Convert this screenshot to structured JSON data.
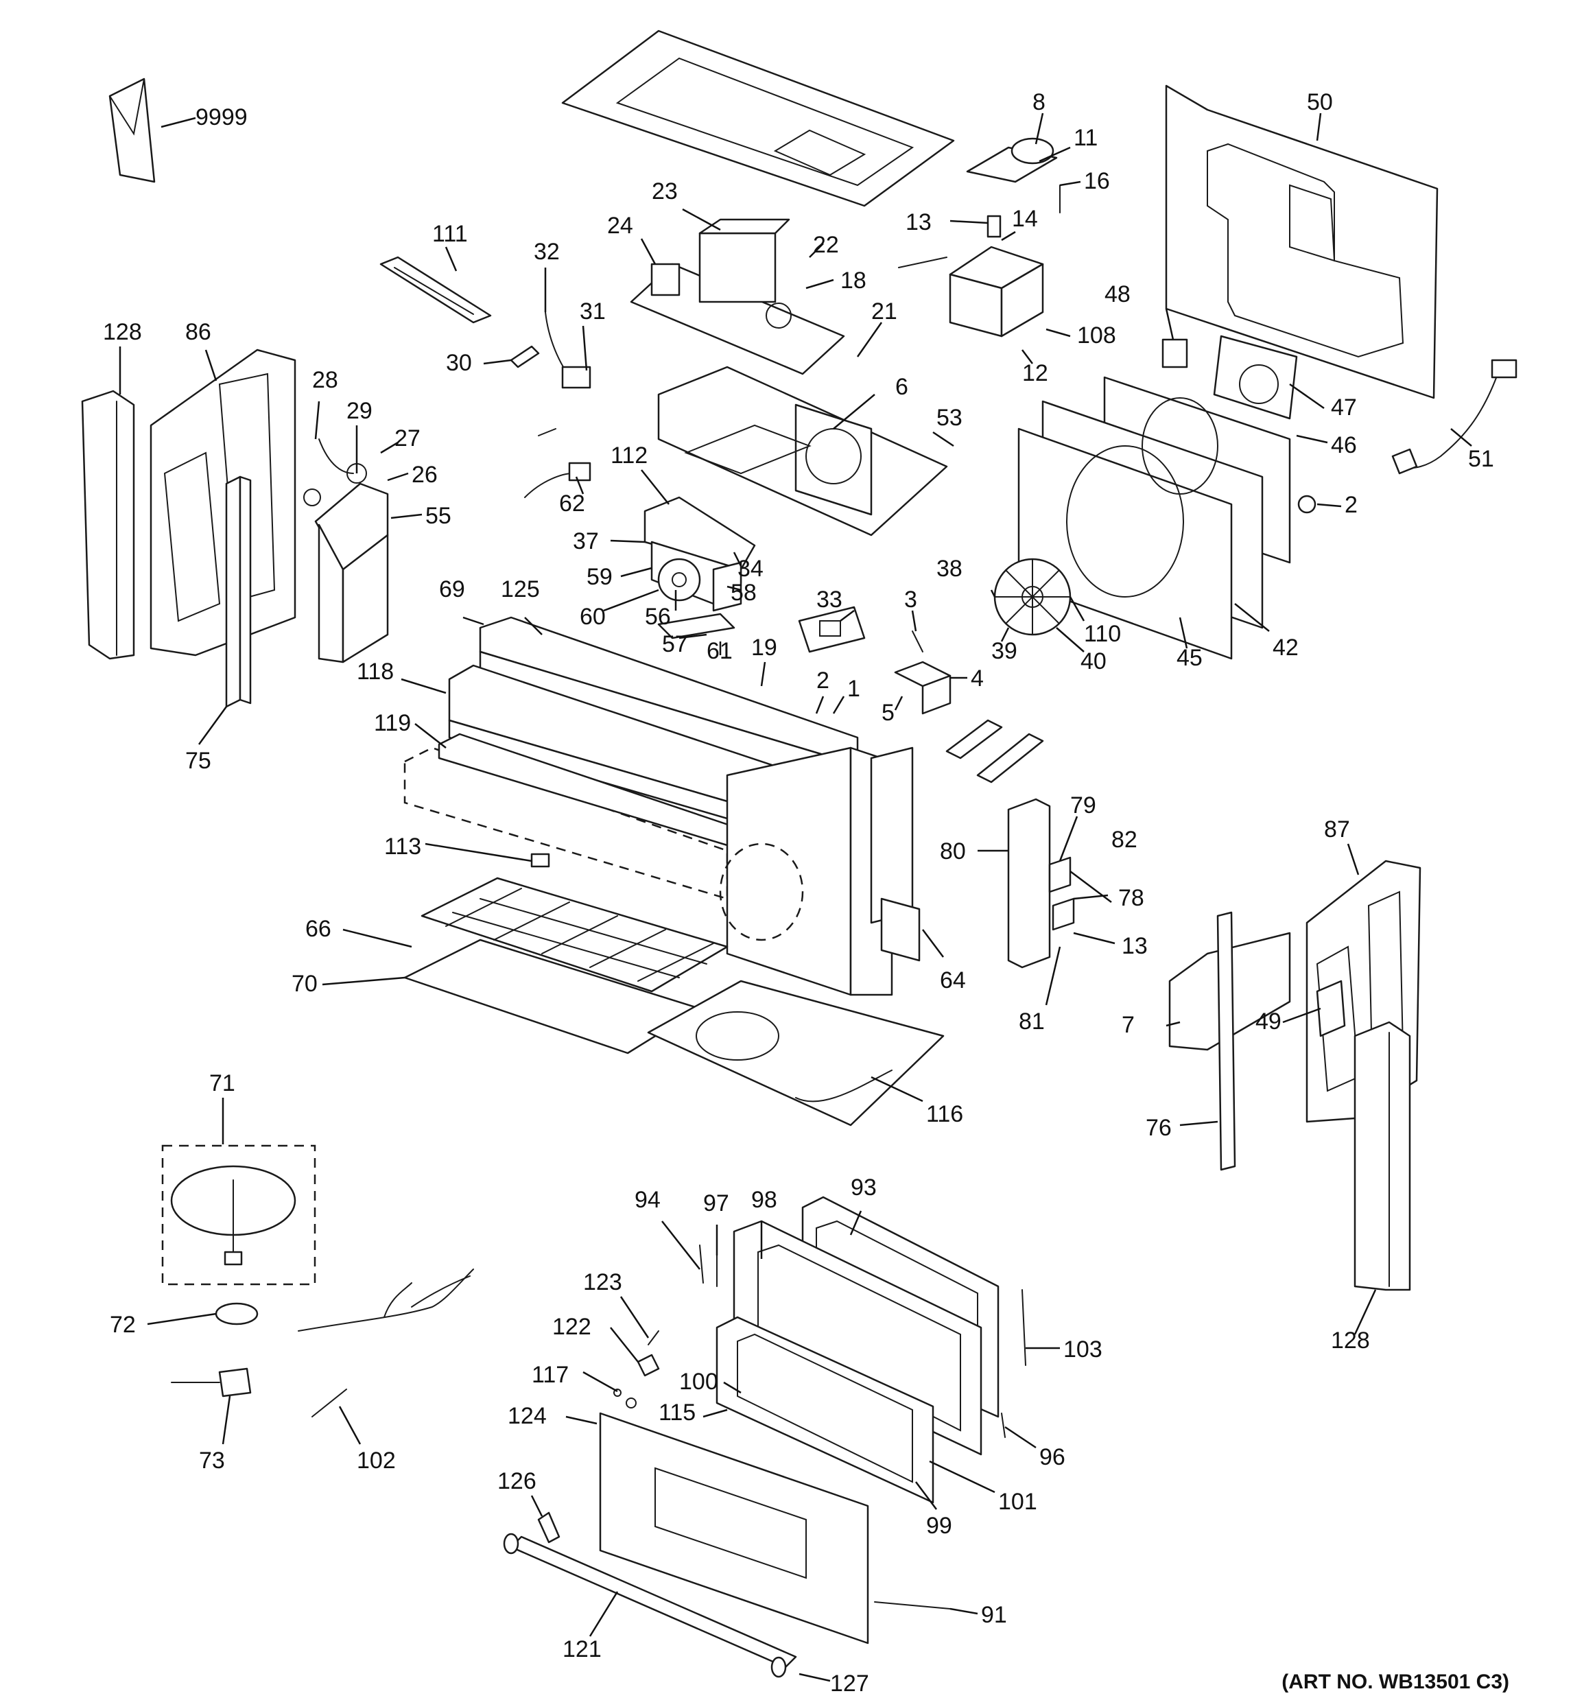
{
  "diagram": {
    "type": "exploded-parts-diagram",
    "art_number": "(ART NO. WB13501 C3)",
    "callouts": [
      {
        "label": "9999"
      },
      {
        "label": "8"
      },
      {
        "label": "11"
      },
      {
        "label": "16"
      },
      {
        "label": "50"
      },
      {
        "label": "23"
      },
      {
        "label": "13"
      },
      {
        "label": "14"
      },
      {
        "label": "111"
      },
      {
        "label": "24"
      },
      {
        "label": "22"
      },
      {
        "label": "32"
      },
      {
        "label": "18"
      },
      {
        "label": "48"
      },
      {
        "label": "128"
      },
      {
        "label": "86"
      },
      {
        "label": "31"
      },
      {
        "label": "21"
      },
      {
        "label": "108"
      },
      {
        "label": "30"
      },
      {
        "label": "12"
      },
      {
        "label": "47"
      },
      {
        "label": "28"
      },
      {
        "label": "6"
      },
      {
        "label": "29"
      },
      {
        "label": "53"
      },
      {
        "label": "27"
      },
      {
        "label": "46"
      },
      {
        "label": "51"
      },
      {
        "label": "26"
      },
      {
        "label": "112"
      },
      {
        "label": "2"
      },
      {
        "label": "55"
      },
      {
        "label": "62"
      },
      {
        "label": "37"
      },
      {
        "label": "34"
      },
      {
        "label": "59"
      },
      {
        "label": "58"
      },
      {
        "label": "38"
      },
      {
        "label": "69"
      },
      {
        "label": "125"
      },
      {
        "label": "33"
      },
      {
        "label": "3"
      },
      {
        "label": "110"
      },
      {
        "label": "60"
      },
      {
        "label": "56"
      },
      {
        "label": "42"
      },
      {
        "label": "57"
      },
      {
        "label": "61"
      },
      {
        "label": "39"
      },
      {
        "label": "40"
      },
      {
        "label": "45"
      },
      {
        "label": "19"
      },
      {
        "label": "118"
      },
      {
        "label": "2"
      },
      {
        "label": "4"
      },
      {
        "label": "1"
      },
      {
        "label": "5"
      },
      {
        "label": "75"
      },
      {
        "label": "119"
      },
      {
        "label": "79"
      },
      {
        "label": "113"
      },
      {
        "label": "80"
      },
      {
        "label": "82"
      },
      {
        "label": "87"
      },
      {
        "label": "78"
      },
      {
        "label": "66"
      },
      {
        "label": "13"
      },
      {
        "label": "70"
      },
      {
        "label": "64"
      },
      {
        "label": "81"
      },
      {
        "label": "7"
      },
      {
        "label": "49"
      },
      {
        "label": "71"
      },
      {
        "label": "116"
      },
      {
        "label": "76"
      },
      {
        "label": "93"
      },
      {
        "label": "98"
      },
      {
        "label": "94"
      },
      {
        "label": "97"
      },
      {
        "label": "123"
      },
      {
        "label": "72"
      },
      {
        "label": "103"
      },
      {
        "label": "128"
      },
      {
        "label": "122"
      },
      {
        "label": "117"
      },
      {
        "label": "100"
      },
      {
        "label": "115"
      },
      {
        "label": "124"
      },
      {
        "label": "96"
      },
      {
        "label": "73"
      },
      {
        "label": "102"
      },
      {
        "label": "126"
      },
      {
        "label": "101"
      },
      {
        "label": "99"
      },
      {
        "label": "91"
      },
      {
        "label": "121"
      },
      {
        "label": "127"
      }
    ]
  }
}
